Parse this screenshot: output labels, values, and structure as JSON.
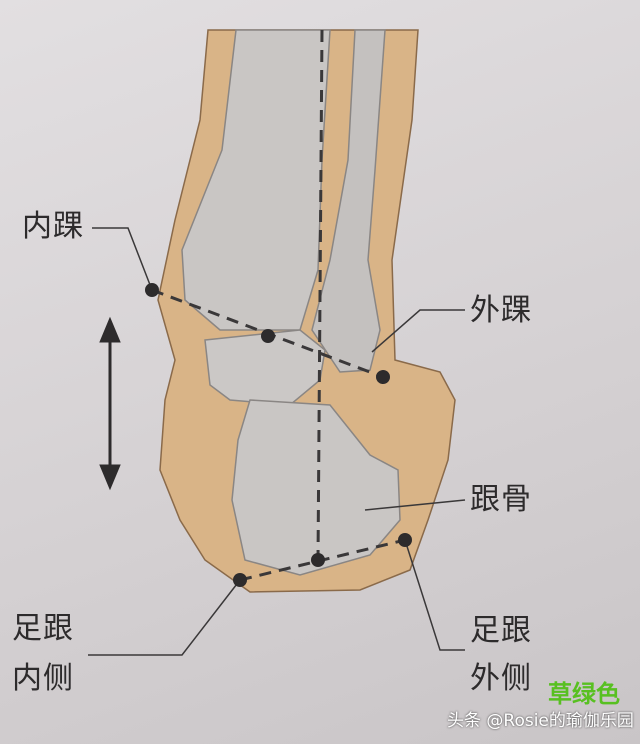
{
  "labels": {
    "medial_malleolus": "内踝",
    "lateral_malleolus": "外踝",
    "calcaneus": "跟骨",
    "heel_medial_line1": "足跟",
    "heel_medial_line2": "内侧",
    "heel_lateral_line1": "足跟",
    "heel_lateral_line2": "外侧"
  },
  "watermark": {
    "source": "头条 @Rosie的瑜伽乐园",
    "overlay": "草绿色"
  },
  "colors": {
    "skin": "#d9b487",
    "bone": "#c9c6c4",
    "line": "#3a3839"
  }
}
